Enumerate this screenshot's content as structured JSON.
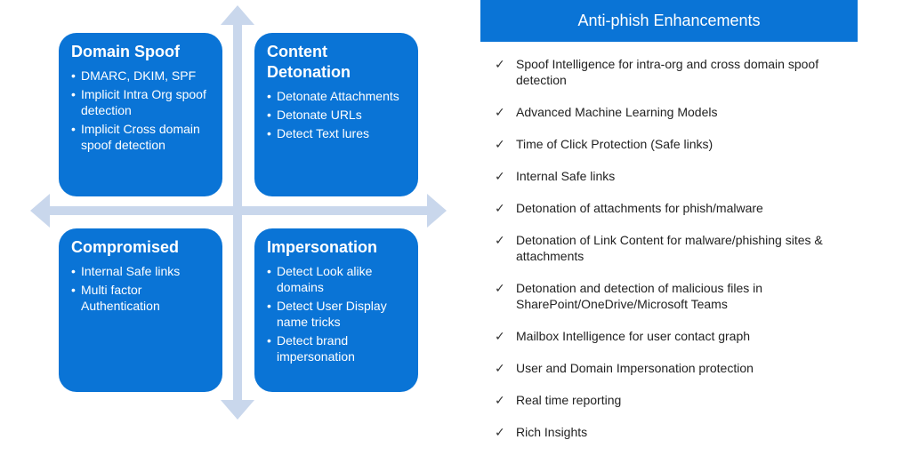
{
  "quadrants": [
    {
      "title": "Domain Spoof",
      "items": [
        "DMARC, DKIM, SPF",
        "Implicit Intra Org spoof detection",
        "Implicit Cross domain spoof detection"
      ]
    },
    {
      "title": "Content\nDetonation",
      "items": [
        "Detonate Attachments",
        "Detonate URLs",
        "Detect Text lures"
      ]
    },
    {
      "title": "Compromised",
      "items": [
        "Internal Safe links",
        "Multi factor Authentication"
      ]
    },
    {
      "title": "Impersonation",
      "items": [
        "Detect Look alike domains",
        "Detect User Display name tricks",
        "Detect brand impersonation"
      ]
    }
  ],
  "panel": {
    "title": "Anti-phish Enhancements",
    "check_icon": "checkmark-icon",
    "items": [
      "Spoof Intelligence for intra-org and cross domain spoof detection",
      "Advanced Machine Learning Models",
      "Time of Click Protection (Safe links)",
      "Internal Safe links",
      "Detonation of attachments for phish/malware",
      "Detonation of Link Content for malware/phishing sites & attachments",
      "Detonation and detection of malicious files in SharePoint/OneDrive/Microsoft Teams",
      "Mailbox Intelligence for user contact graph",
      "User and Domain Impersonation protection",
      "Real time reporting",
      "Rich Insights"
    ]
  },
  "colors": {
    "accent": "#0a74d6",
    "arrow": "#c9d7ec"
  }
}
